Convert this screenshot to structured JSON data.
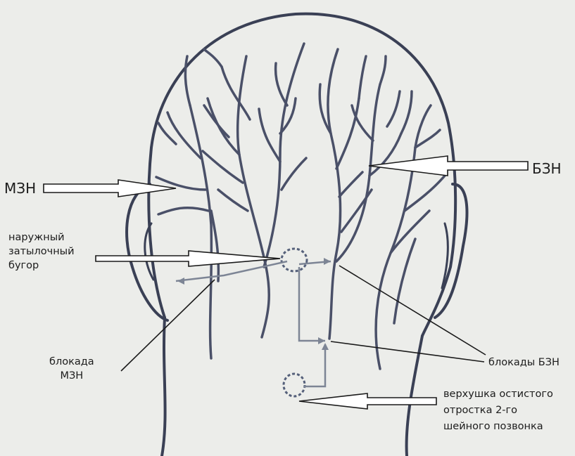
{
  "labels": {
    "mzn": "МЗН",
    "bzn": "БЗН",
    "protuberance": [
      "наружный",
      "затылочный",
      "бугор"
    ],
    "mzn_block": [
      "блокада",
      "МЗН"
    ],
    "bzn_blocks": "блокады БЗН",
    "spinous": [
      "верхушка остистого",
      "отростка 2-го",
      "шейного позвонка"
    ]
  },
  "colors": {
    "background": "#ecedea",
    "outline": "#3a4055",
    "nerve": "#4a5068",
    "landmark": "#55607a",
    "arrow_path": "#7d8595",
    "pointer": "#1a1a1a"
  }
}
